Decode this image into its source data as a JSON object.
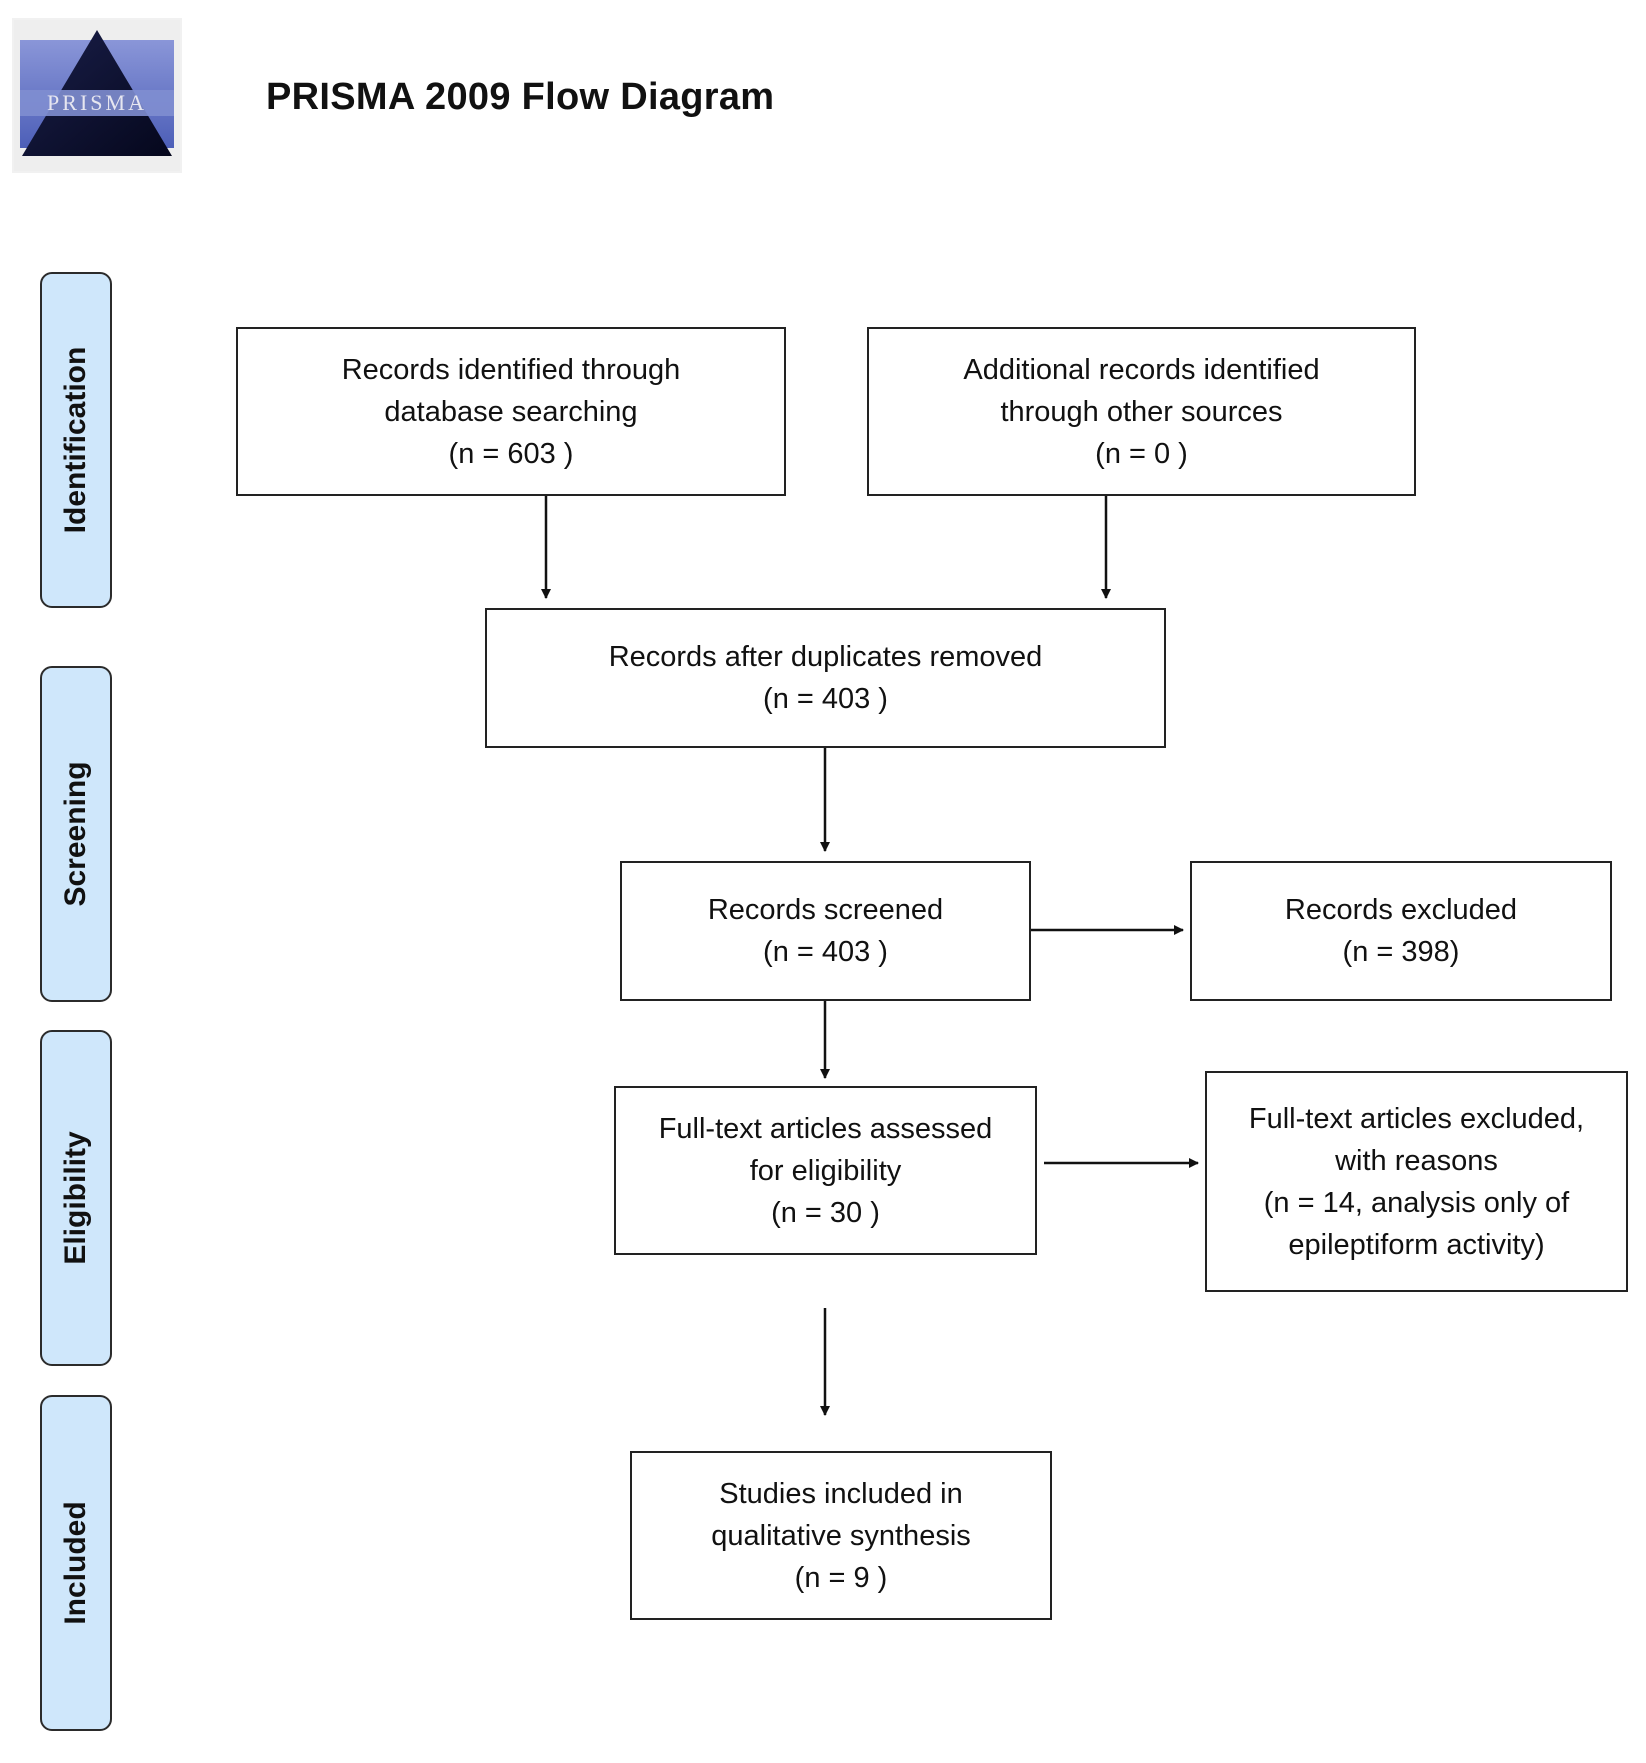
{
  "header": {
    "logo_text": "PRISMA",
    "title": "PRISMA 2009 Flow Diagram"
  },
  "phases": {
    "identification": "Identification",
    "screening": "Screening",
    "eligibility": "Eligibility",
    "included": "Included"
  },
  "boxes": {
    "database_records": {
      "lines": [
        "Records identified through",
        "database searching",
        "(n = 603  )"
      ]
    },
    "other_sources": {
      "lines": [
        "Additional records identified",
        "through other sources",
        "(n = 0  )"
      ]
    },
    "duplicates_removed": {
      "lines": [
        "Records after duplicates removed",
        "(n = 403 )"
      ]
    },
    "screened": {
      "lines": [
        "Records screened",
        "(n =  403 )"
      ]
    },
    "excluded": {
      "lines": [
        "Records excluded",
        "(n = 398)"
      ]
    },
    "fulltext_assessed": {
      "lines": [
        "Full-text articles assessed",
        "for eligibility",
        "(n = 30 )"
      ]
    },
    "fulltext_excluded": {
      "lines": [
        "Full-text articles excluded,",
        "with reasons",
        "(n = 14, analysis only of",
        "epileptiform activity)"
      ]
    },
    "included_studies": {
      "lines": [
        "Studies included in",
        "qualitative synthesis",
        "(n =  9 )"
      ]
    }
  },
  "colors": {
    "phase_fill": "#cfe7fb",
    "border": "#222222"
  }
}
